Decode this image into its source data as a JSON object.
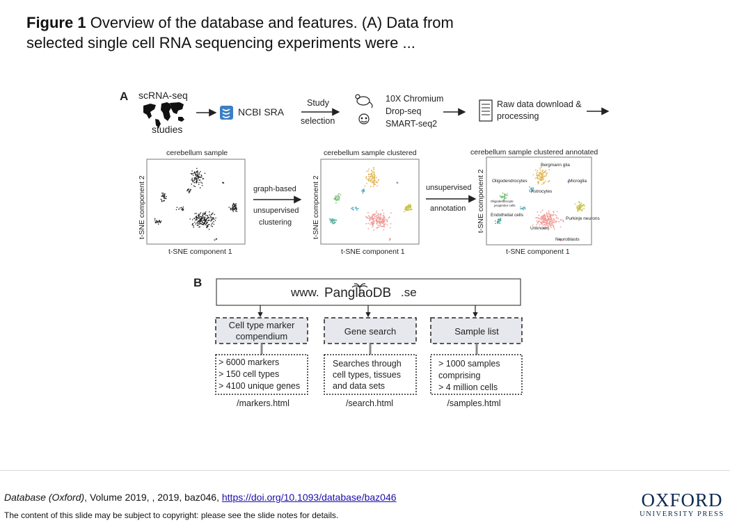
{
  "caption": {
    "figure_label": "Figure 1",
    "line1_rest": "Overview of the database and features. (A) Data from",
    "line2": "selected single cell RNA sequencing experiments were ..."
  },
  "panel_a": {
    "label": "A",
    "pipeline": {
      "source_line1": "scRNA-seq",
      "source_line2": "studies",
      "ncbi": "NCBI SRA",
      "study_line1": "Study",
      "study_line2": "selection",
      "tech1": "10X Chromium",
      "tech2": "Drop-seq",
      "tech3": "SMART-seq2",
      "raw_line1": "Raw data download &",
      "raw_line2": "processing"
    },
    "plots": {
      "plot1_title": "cerebellum sample",
      "plot2_title": "cerebellum sample clustered",
      "plot3_title": "cerebellum sample clustered annotated",
      "xlabel": "t-SNE component 1",
      "ylabel": "t-SNE component 2",
      "step1_line1": "graph-based",
      "step1_line2": "unsupervised",
      "step1_line3": "clustering",
      "step2_line1": "unsupervised",
      "step2_line2": "annotation",
      "annotations": {
        "bergmann": "Bergmann glia",
        "oligo": "Oligodendrocytes",
        "microglia": "Microglia",
        "astro": "Astrocytes",
        "opc_line1": "Oligodendrocyte",
        "opc_line2": "progenitor cells",
        "endo": "Endothelial cells",
        "purkinje": "Purkinje neurons",
        "unknown": "Unknown",
        "neuroblasts": "Neuroblasts"
      }
    }
  },
  "panel_b": {
    "label": "B",
    "url_prefix": "www.",
    "url_name": "PanglaoDB",
    "url_suffix": ".se",
    "boxes": [
      {
        "title_line1": "Cell type marker",
        "title_line2": "compendium",
        "d1": "> 6000 markers",
        "d2": "> 150 cell types",
        "d3": "> 4100 unique genes",
        "page": "/markers.html"
      },
      {
        "title_line1": "Gene search",
        "title_line2": "",
        "d1": "Searches through",
        "d2": "cell types, tissues",
        "d3": "and data sets",
        "page": "/search.html"
      },
      {
        "title_line1": "Sample list",
        "title_line2": "",
        "d1": "> 1000 samples",
        "d2": "comprising",
        "d3": "> 4 million cells",
        "page": "/samples.html"
      }
    ]
  },
  "footer": {
    "journal": "Database (Oxford)",
    "citation_rest": ", Volume 2019, , 2019, baz046, ",
    "doi": "https://doi.org/10.1093/database/baz046",
    "copyright": "The content of this slide may be subject to copyright: please see the slide notes for details.",
    "logo_main": "OXFORD",
    "logo_sub": "UNIVERSITY PRESS"
  },
  "colors": {
    "cluster_orange": "#e0b85a",
    "cluster_green": "#7cc07a",
    "cluster_cyan": "#5fb0c8",
    "cluster_teal": "#4ea79a",
    "cluster_pink": "#ef9a95",
    "cluster_olive": "#c7c043",
    "cluster_purple": "#9a7fc0",
    "ncbi_blue": "#3b7fc4",
    "oup_navy": "#0e2a4f"
  }
}
